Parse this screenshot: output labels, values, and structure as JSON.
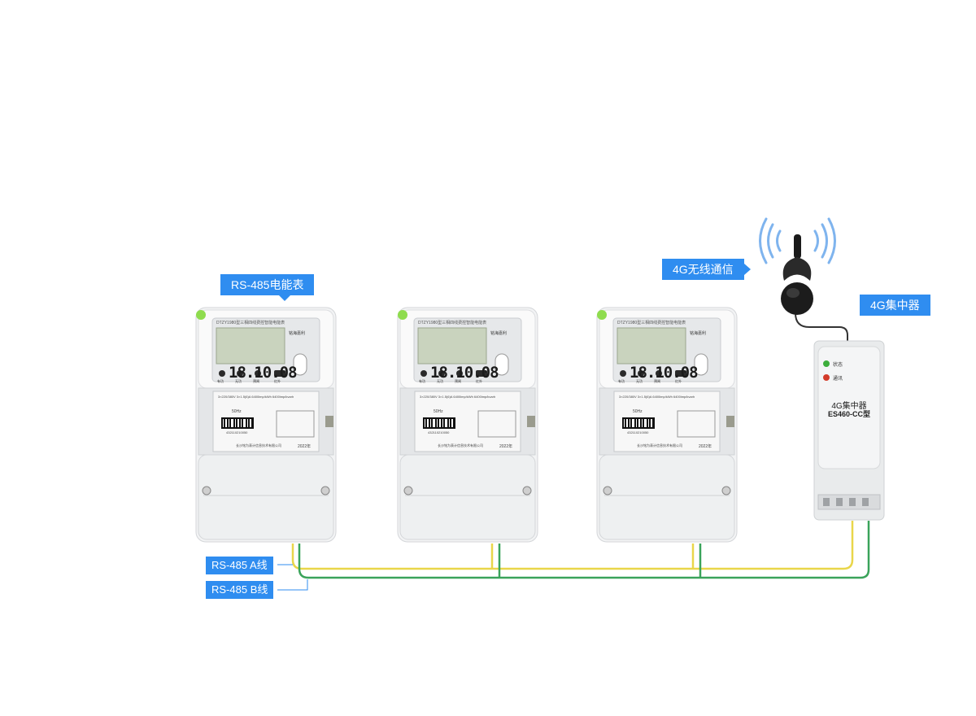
{
  "labels": {
    "meter": "RS-485电能表",
    "wireless": "4G无线通信",
    "concentrator": "4G集中器",
    "line_a": "RS-485 A线",
    "line_b": "RS-485 B线"
  },
  "meter": {
    "model_title": "DTZY1980型三相四线费控智能电能表",
    "reading": "18.10.08",
    "brand": "铭海嘉利",
    "rating_line": "3×220/380V  3×1.5(6)A  6400imp/kWh  6400imp/kvarh",
    "freq": "50Hz",
    "serial": "432110210050",
    "manufacturer": "长沙铭为表计信息技术有限公司",
    "year": "2022年",
    "buttons": [
      "有功",
      "无功",
      "预闸",
      "红外"
    ]
  },
  "concentrator": {
    "status_label": "状态",
    "comm_label": "通讯",
    "title": "4G集中器",
    "model": "ES460-CC型"
  },
  "colors": {
    "accent": "#2f8df0",
    "wire_a": "#e9d64a",
    "wire_b": "#3aa35a",
    "led_green": "#8fdc4e"
  }
}
